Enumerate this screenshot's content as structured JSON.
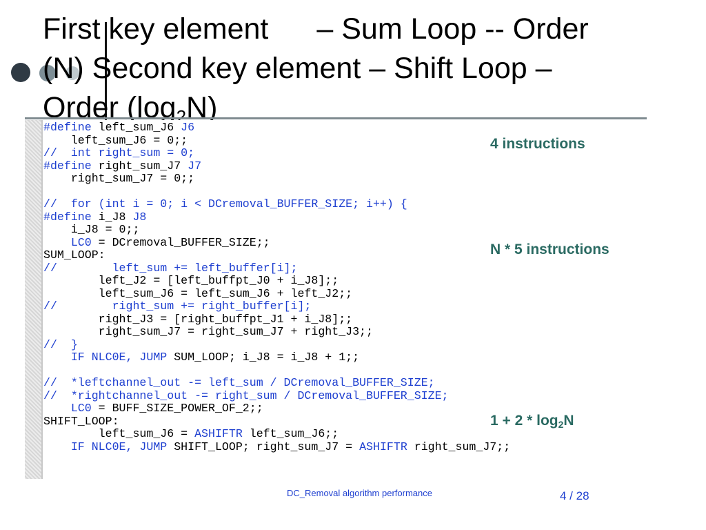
{
  "title": {
    "line1_a": "First key element",
    "line1_b": "– Sum Loop -- Order",
    "line2": "(N) Second key element – Shift Loop –",
    "line3_pre": "Order (log",
    "line3_sub": "2",
    "line3_post": "N)"
  },
  "code_lines": [
    [
      {
        "t": "#define ",
        "c": "kw"
      },
      {
        "t": "left_sum_J6 ",
        "c": "tx"
      },
      {
        "t": "J6",
        "c": "kw"
      }
    ],
    [
      {
        "t": "    left_sum_J6 = 0;;",
        "c": "tx"
      }
    ],
    [
      {
        "t": "//  int right_sum = 0;",
        "c": "cm"
      }
    ],
    [
      {
        "t": "#define ",
        "c": "kw"
      },
      {
        "t": "right_sum_J7 ",
        "c": "tx"
      },
      {
        "t": "J7",
        "c": "kw"
      }
    ],
    [
      {
        "t": "    right_sum_J7 = 0;;",
        "c": "tx"
      }
    ],
    [
      {
        "t": "",
        "c": "tx"
      }
    ],
    [
      {
        "t": "//  for (int i = 0; i < DCremoval_BUFFER_SIZE; i++) {",
        "c": "cm"
      }
    ],
    [
      {
        "t": "#define ",
        "c": "kw"
      },
      {
        "t": "i_J8 ",
        "c": "tx"
      },
      {
        "t": "J8",
        "c": "kw"
      }
    ],
    [
      {
        "t": "    i_J8 = 0;;",
        "c": "tx"
      }
    ],
    [
      {
        "t": "    ",
        "c": "tx"
      },
      {
        "t": "LC0",
        "c": "kw"
      },
      {
        "t": " = DCremoval_BUFFER_SIZE;;",
        "c": "tx"
      }
    ],
    [
      {
        "t": "SUM_LOOP:",
        "c": "tx"
      }
    ],
    [
      {
        "t": "//        left_sum += left_buffer[i];",
        "c": "cm"
      }
    ],
    [
      {
        "t": "        left_J2 = [left_buffpt_J0 + i_J8];;",
        "c": "tx"
      }
    ],
    [
      {
        "t": "        left_sum_J6 = left_sum_J6 + left_J2;;",
        "c": "tx"
      }
    ],
    [
      {
        "t": "//        right_sum += right_buffer[i];",
        "c": "cm"
      }
    ],
    [
      {
        "t": "        right_J3 = [right_buffpt_J1 + i_J8];;",
        "c": "tx"
      }
    ],
    [
      {
        "t": "        right_sum_J7 = right_sum_J7 + right_J3;;",
        "c": "tx"
      }
    ],
    [
      {
        "t": "//  }",
        "c": "cm"
      }
    ],
    [
      {
        "t": "    IF NLC0E, JUMP ",
        "c": "kw"
      },
      {
        "t": "SUM_LOOP; i_J8 = i_J8 + 1;;",
        "c": "tx"
      }
    ],
    [
      {
        "t": "",
        "c": "tx"
      }
    ],
    [
      {
        "t": "//  *leftchannel_out -= left_sum / DCremoval_BUFFER_SIZE;",
        "c": "cm"
      }
    ],
    [
      {
        "t": "//  *rightchannel_out -= right_sum / DCremoval_BUFFER_SIZE;",
        "c": "cm"
      }
    ],
    [
      {
        "t": "    ",
        "c": "tx"
      },
      {
        "t": "LC0",
        "c": "kw"
      },
      {
        "t": " = BUFF_SIZE_POWER_OF_2;;",
        "c": "tx"
      }
    ],
    [
      {
        "t": "SHIFT_LOOP:",
        "c": "tx"
      }
    ],
    [
      {
        "t": "        left_sum_J6 = ",
        "c": "tx"
      },
      {
        "t": "ASHIFTR",
        "c": "kw"
      },
      {
        "t": " left_sum_J6;;",
        "c": "tx"
      }
    ],
    [
      {
        "t": "    IF NLC0E, JUMP ",
        "c": "kw"
      },
      {
        "t": "SHIFT_LOOP; right_sum_J7 = ",
        "c": "tx"
      },
      {
        "t": "ASHIFTR",
        "c": "kw"
      },
      {
        "t": " right_sum_J7;;",
        "c": "tx"
      }
    ]
  ],
  "notes": {
    "n1": "4 instructions",
    "n2": "N * 5 instructions",
    "n3_pre": "1 + 2 * log",
    "n3_sub": "2",
    "n3_post": "N"
  },
  "footer": {
    "text": "DC_Removal algorithm performance",
    "page": "4 / 28"
  },
  "colors": {
    "keyword": "#1e3fd0",
    "note": "#2a6a62",
    "footer": "#1e3fd0"
  }
}
